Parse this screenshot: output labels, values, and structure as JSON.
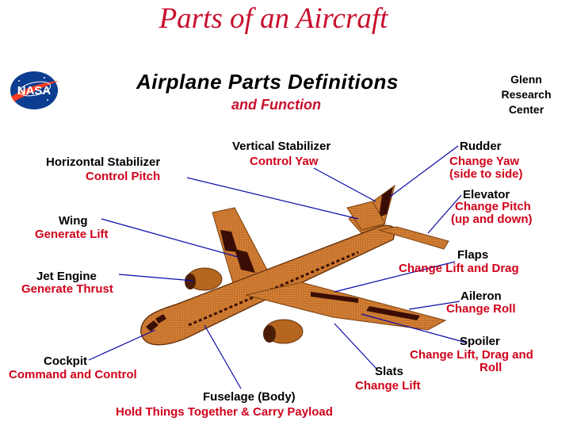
{
  "header": {
    "title": "Parts of an Aircraft",
    "subtitle": "Airplane  Parts  Definitions",
    "subtitle2": "and  Function",
    "center_lines": [
      "Glenn",
      "Research",
      "Center"
    ],
    "logo_text": "NASA"
  },
  "parts": [
    {
      "id": "vertical-stabilizer",
      "name": "Vertical  Stabilizer",
      "function": [
        "Control  Yaw"
      ]
    },
    {
      "id": "rudder",
      "name": "Rudder",
      "function": [
        "Change  Yaw",
        "(side to side)"
      ]
    },
    {
      "id": "horizontal-stabilizer",
      "name": "Horizontal  Stabilizer",
      "function": [
        "Control  Pitch"
      ]
    },
    {
      "id": "elevator",
      "name": "Elevator",
      "function": [
        "Change  Pitch",
        "(up  and  down)"
      ]
    },
    {
      "id": "wing",
      "name": "Wing",
      "function": [
        "Generate  Lift"
      ]
    },
    {
      "id": "flaps",
      "name": "Flaps",
      "function": [
        "Change  Lift  and  Drag"
      ]
    },
    {
      "id": "jet-engine",
      "name": "Jet  Engine",
      "function": [
        "Generate  Thrust"
      ]
    },
    {
      "id": "aileron",
      "name": "Aileron",
      "function": [
        "Change  Roll"
      ]
    },
    {
      "id": "spoiler",
      "name": "Spoiler",
      "function": [
        "Change  Lift, Drag  and",
        "Roll"
      ]
    },
    {
      "id": "cockpit",
      "name": "Cockpit",
      "function": [
        "Command  and  Control"
      ]
    },
    {
      "id": "slats",
      "name": "Slats",
      "function": [
        "Change  Lift"
      ]
    },
    {
      "id": "fuselage",
      "name": "Fuselage  (Body)",
      "function": [
        "Hold  Things  Together  &  Carry  Payload"
      ]
    }
  ],
  "colors": {
    "title": "#c8102e",
    "function_text": "#d0021b",
    "leader_line": "#0a0aa8",
    "airframe": "#c8742c",
    "airframe_dark": "#8a4a16",
    "panel": "#3a0e04"
  }
}
